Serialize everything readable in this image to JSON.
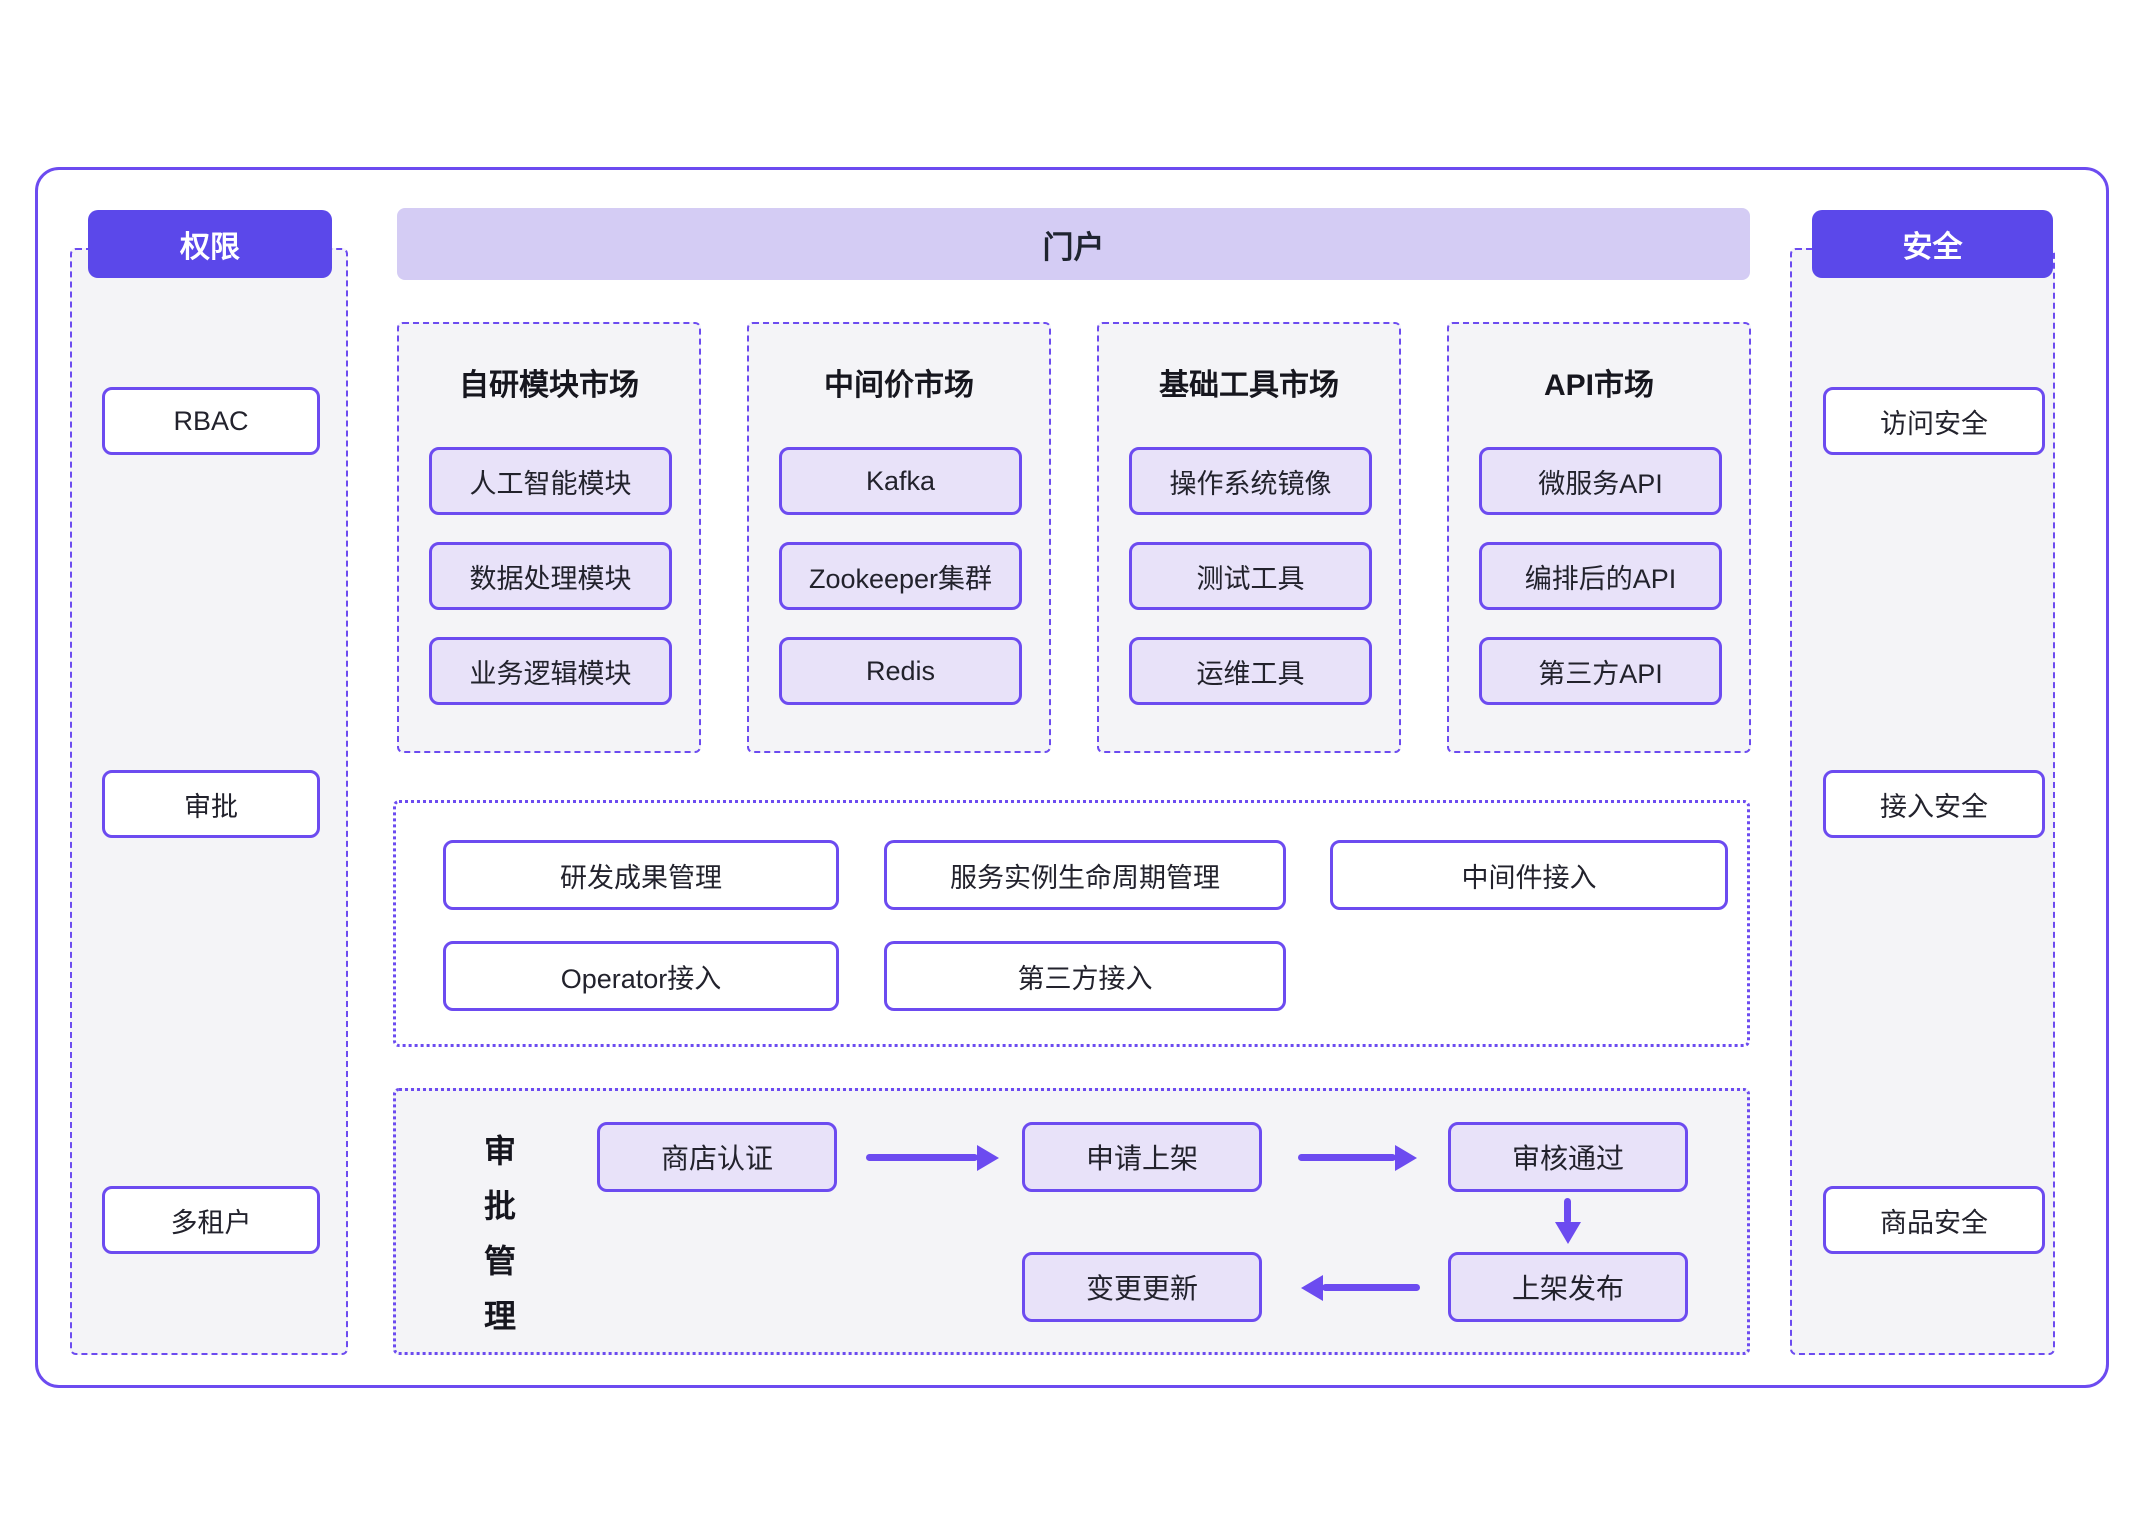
{
  "palette": {
    "accent": "#6c4bf0",
    "header_fill": "#5b48ea",
    "portal_fill": "#d4ccf4",
    "panel_fill": "#f4f4f7",
    "item_fill": "#e8e2f9"
  },
  "permissions": {
    "header": "权限",
    "items": [
      "RBAC",
      "审批",
      "多租户"
    ]
  },
  "portal": {
    "header": "门户"
  },
  "markets": [
    {
      "title": "自研模块市场",
      "items": [
        "人工智能模块",
        "数据处理模块",
        "业务逻辑模块"
      ]
    },
    {
      "title": "中间价市场",
      "items": [
        "Kafka",
        "Zookeeper集群",
        "Redis"
      ]
    },
    {
      "title": "基础工具市场",
      "items": [
        "操作系统镜像",
        "测试工具",
        "运维工具"
      ]
    },
    {
      "title": "API市场",
      "items": [
        "微服务API",
        "编排后的API",
        "第三方API"
      ]
    }
  ],
  "management": {
    "row1": [
      "研发成果管理",
      "服务实例生命周期管理",
      "中间件接入"
    ],
    "row2": [
      "Operator接入",
      "第三方接入"
    ]
  },
  "approval_flow": {
    "label_chars": [
      "审",
      "批",
      "管",
      "理"
    ],
    "steps": {
      "store_cert": "商店认证",
      "apply_listing": "申请上架",
      "review_pass": "审核通过",
      "publish": "上架发布",
      "change_update": "变更更新"
    }
  },
  "security": {
    "header": "安全",
    "items": [
      "访问安全",
      "接入安全",
      "商品安全"
    ]
  }
}
